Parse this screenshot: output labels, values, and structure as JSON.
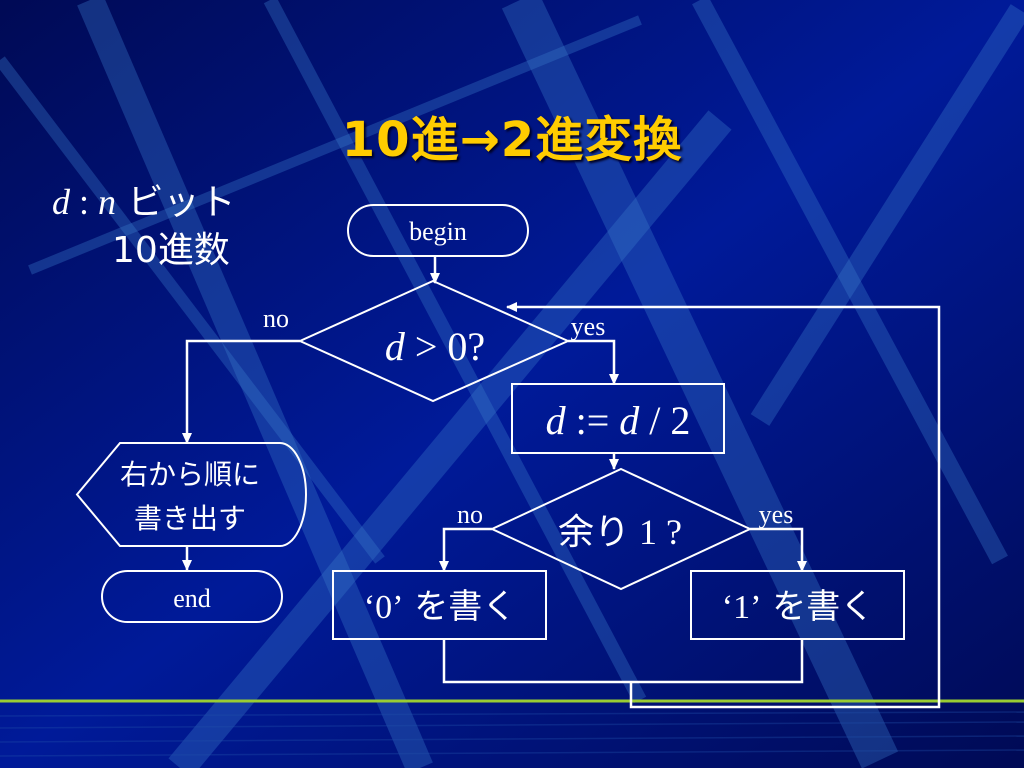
{
  "title": "10進→2進変換",
  "note": {
    "var": "d",
    "sep": " : ",
    "n": "n",
    "bits": " ビット",
    "line2": "10進数"
  },
  "flow": {
    "begin": "begin",
    "end": "end",
    "cond1": {
      "var": "d",
      "rest": " > 0?"
    },
    "cond1_no": "no",
    "cond1_yes": "yes",
    "process": {
      "var1": "d",
      "op": " := ",
      "var2": "d",
      "rest": " / 2"
    },
    "cond2": {
      "jp": "余り",
      "rest": " 1 ?"
    },
    "cond2_no": "no",
    "cond2_yes": "yes",
    "write0": {
      "q": "‘0’",
      "jp": " を書く"
    },
    "write1": {
      "q": "‘1’",
      "jp": " を書く"
    },
    "output_line1": "右から順に",
    "output_line2": "書き出す"
  },
  "colors": {
    "background": "#000066",
    "title": "#ffcc00",
    "text": "#ffffff",
    "accent_line": "#99cc33"
  }
}
